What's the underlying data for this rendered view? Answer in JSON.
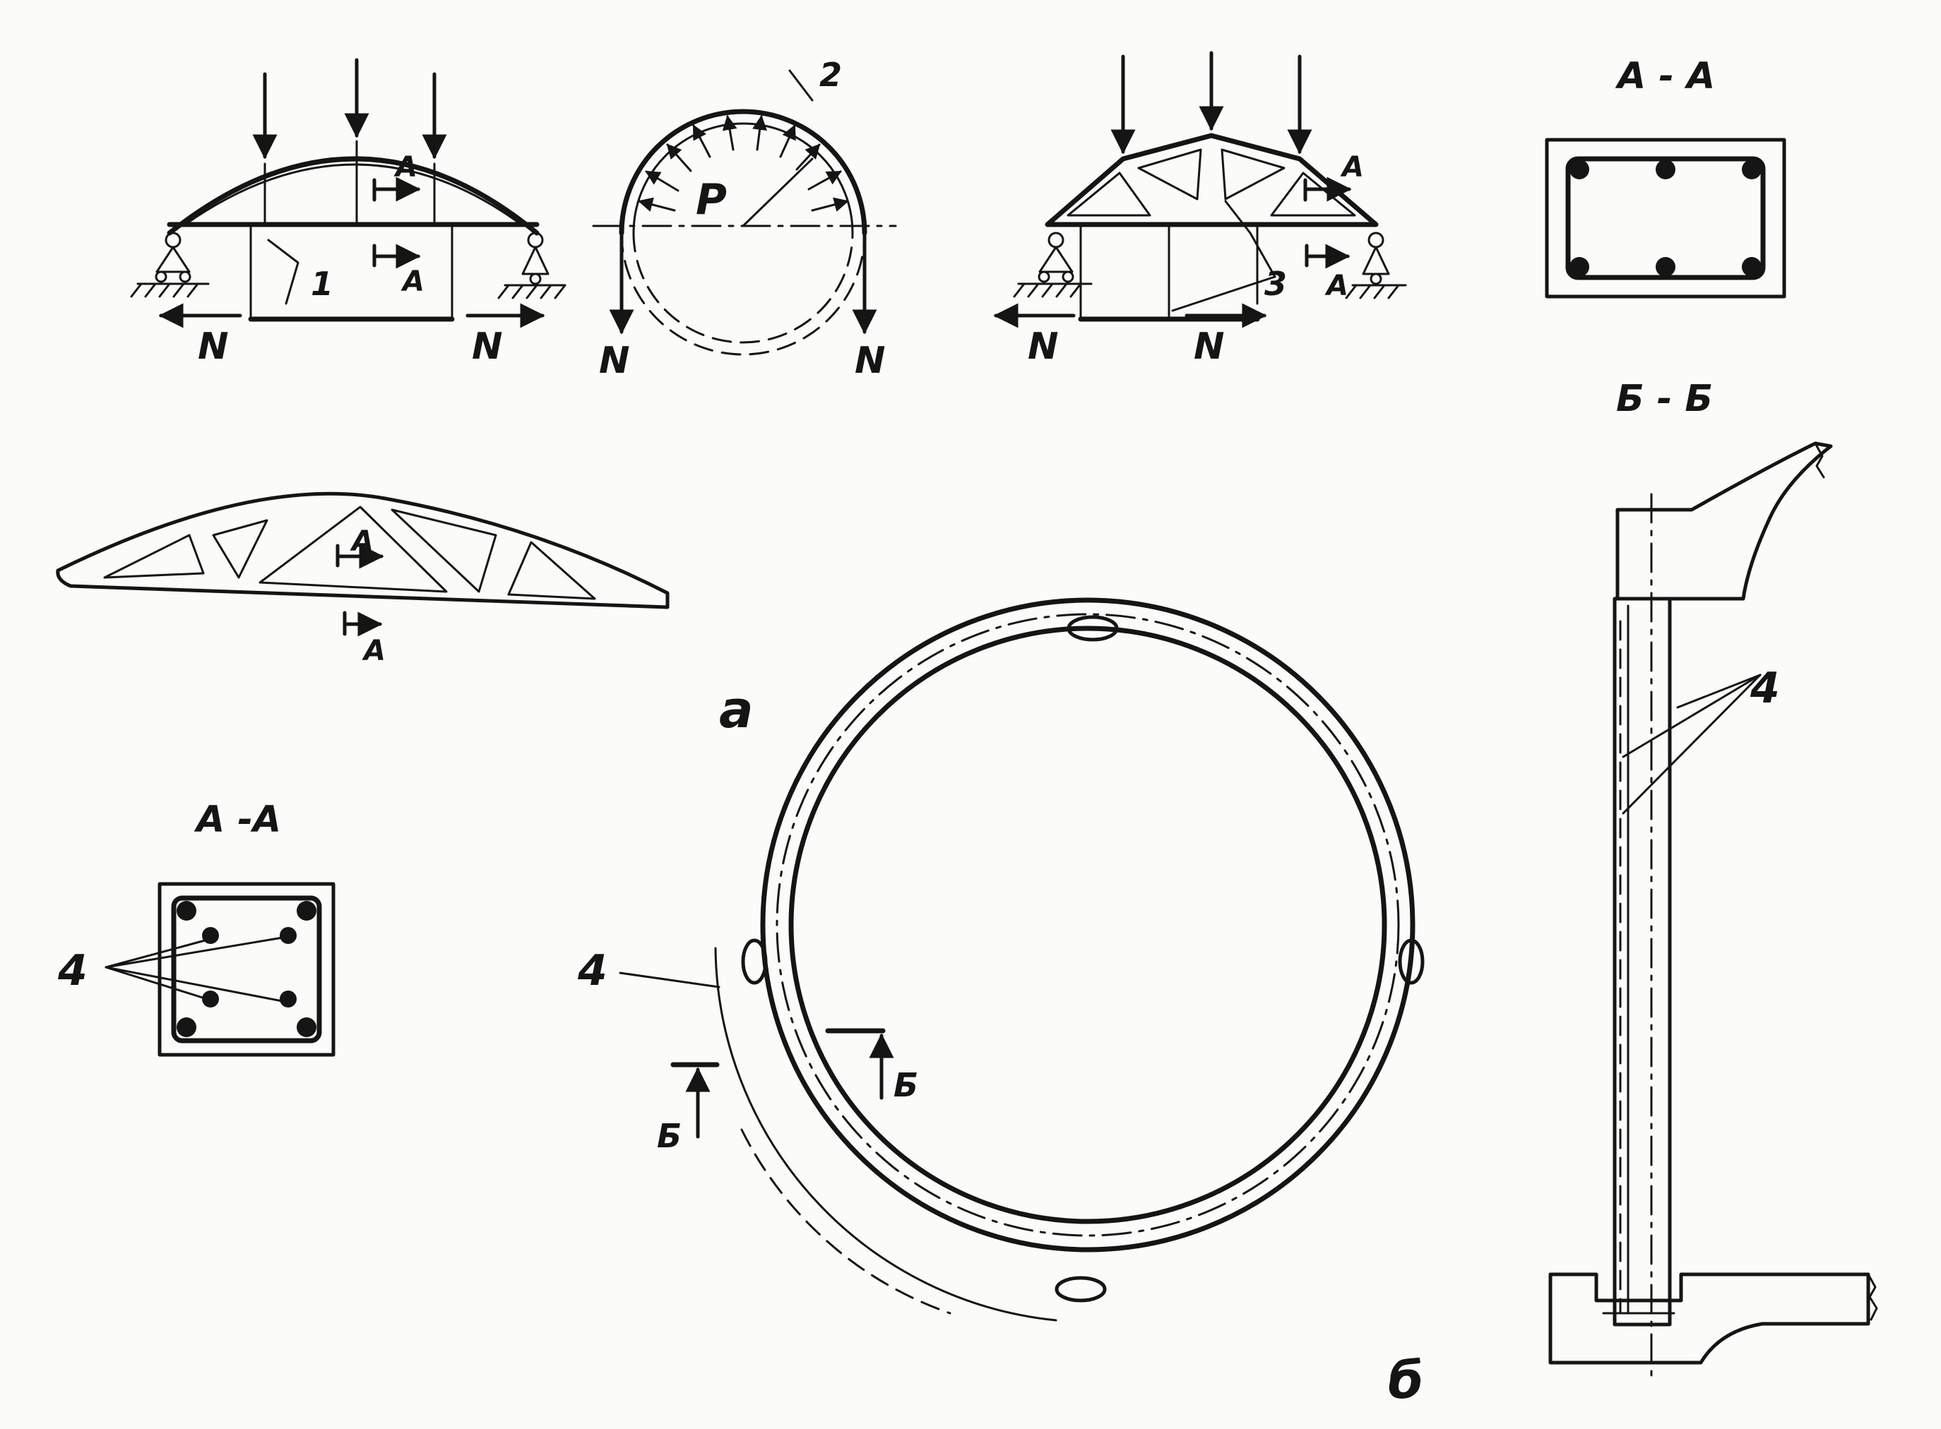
{
  "labels": {
    "n": "N",
    "p": "P",
    "sec_a": "A",
    "sec_b": "Б",
    "item_1": "1",
    "item_2": "2",
    "item_3": "3",
    "item_4": "4",
    "section_aa": "A - A",
    "section_aa_left": "A -A",
    "section_bb": "Б - Б",
    "fig_a": "a",
    "fig_b": "б"
  }
}
